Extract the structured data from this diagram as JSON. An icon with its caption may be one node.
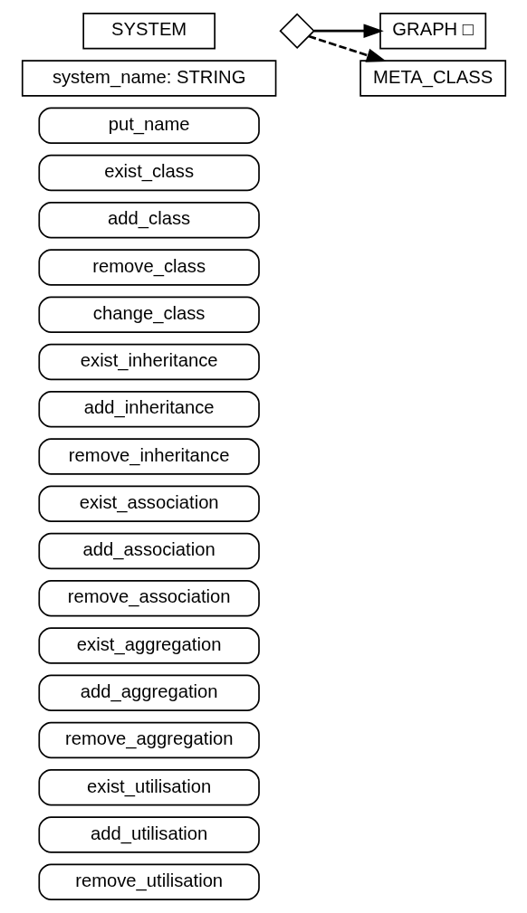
{
  "diagram": {
    "nodes": [
      {
        "text": [
          "SYSTEM"
        ]
      },
      {
        "text": [],
        "shape": "diamond"
      },
      {
        "text": [
          "GRAPH □"
        ]
      },
      {
        "text": [
          "META_CLASS"
        ]
      },
      {
        "text": [
          "system_name: STRING"
        ]
      },
      {
        "text": [
          "put_name"
        ]
      },
      {
        "text": [
          "exist_class"
        ]
      },
      {
        "text": [
          "add_class"
        ]
      },
      {
        "text": [
          "remove_class"
        ]
      },
      {
        "text": [
          "change_class"
        ]
      },
      {
        "text": [
          "exist_inheritance"
        ]
      },
      {
        "text": [
          "add_inheritance"
        ]
      },
      {
        "text": [
          "remove_inheritance"
        ]
      },
      {
        "text": [
          "exist_association"
        ]
      },
      {
        "text": [
          "add_association"
        ]
      },
      {
        "text": [
          "remove_association"
        ]
      },
      {
        "text": [
          "exist_aggregation"
        ]
      },
      {
        "text": [
          "add_aggregation"
        ]
      },
      {
        "text": [
          "remove_aggregation"
        ]
      },
      {
        "text": [
          "exist_utilisation"
        ]
      },
      {
        "text": [
          "add_utilisation"
        ]
      },
      {
        "text": [
          "remove_utilisation"
        ]
      }
    ],
    "edges": [
      {
        "from": 1,
        "to": 2,
        "arrow": "to"
      },
      {
        "from": 1,
        "to": 3,
        "arrow": "to",
        "style": "dashed"
      }
    ]
  }
}
